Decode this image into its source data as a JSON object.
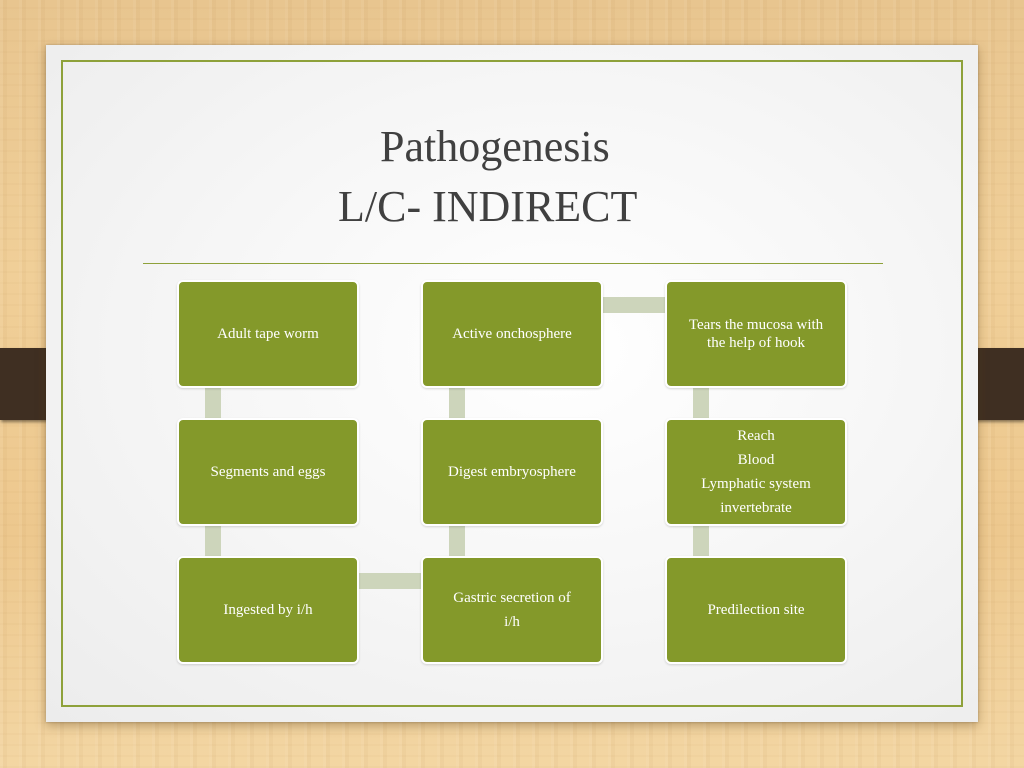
{
  "title": {
    "line1": "Pathogenesis",
    "line2": "L/C- INDIRECT"
  },
  "nodes": {
    "adult_tape_worm": "Adult tape worm",
    "segments_and_eggs": "Segments and eggs",
    "ingested_by_ih": "Ingested by i/h",
    "gastric_secretion": [
      "Gastric secretion of",
      "i/h"
    ],
    "digest_embryosphere": "Digest embryosphere",
    "active_onchosphere": "Active onchosphere",
    "tears_mucosa": [
      "Tears the mucosa with",
      "the help of hook"
    ],
    "reach": [
      "Reach",
      "Blood",
      "Lymphatic system",
      "invertebrate"
    ],
    "predilection_site": "Predilection site"
  },
  "colors": {
    "node_fill": "#84992a",
    "connector": "#cdd5bb",
    "accent_line": "#8ea13a",
    "title_text": "#404040"
  }
}
